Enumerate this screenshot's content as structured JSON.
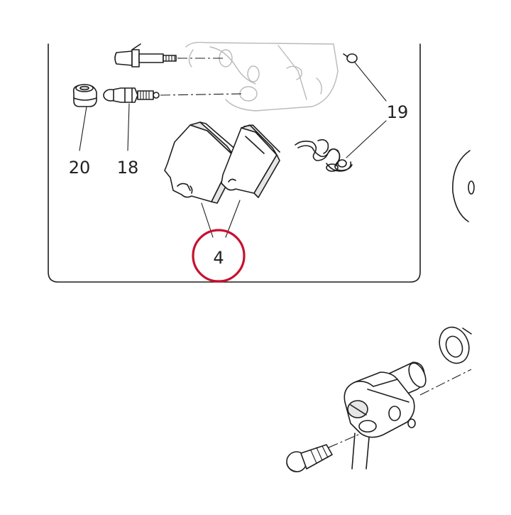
{
  "callouts": {
    "label_4": "4",
    "label_18": "18",
    "label_19": "19",
    "label_20": "20"
  },
  "colors": {
    "highlight_circle": "#c8102e",
    "line": "#1e1e1e",
    "faint_line": "#b9b9b9",
    "pad_shade": "#e6e6e6"
  }
}
